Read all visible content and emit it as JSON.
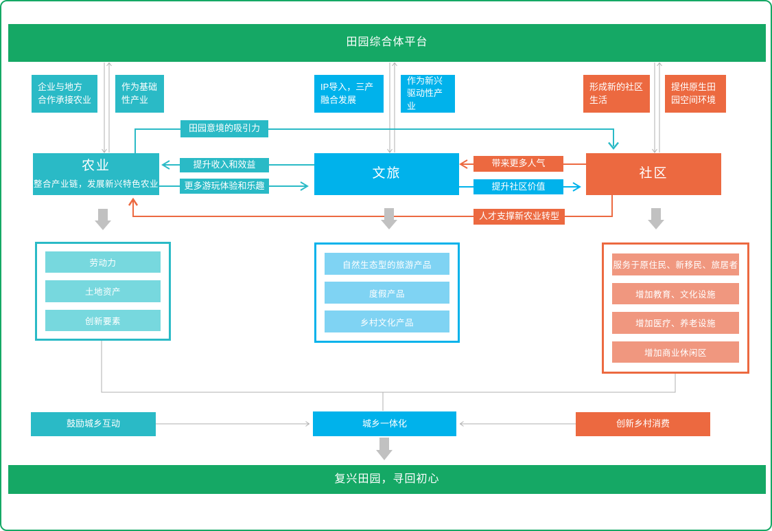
{
  "banners": {
    "top": "田园综合体平台",
    "bottom": "复兴田园，寻回初心"
  },
  "top_notes": [
    {
      "text": "企业与地方\n合作承接农业",
      "tone": "teal"
    },
    {
      "text": "作为基础\n性产业",
      "tone": "teal"
    },
    {
      "text": "IP导入，三产\n融合发展",
      "tone": "blue"
    },
    {
      "text": "作为新兴\n驱动性产业",
      "tone": "blue"
    },
    {
      "text": "形成新的社区\n生活",
      "tone": "orange"
    },
    {
      "text": "提供原生田\n园空间环境",
      "tone": "orange"
    }
  ],
  "pillars": {
    "agriculture": {
      "title": "农业",
      "subtitle": "整合产业链，发展新兴特色农业"
    },
    "tourism": {
      "title": "文旅"
    },
    "community": {
      "title": "社区"
    }
  },
  "flows": {
    "attraction": "田园意境的吸引力",
    "income": "提升收入和效益",
    "fun": "更多游玩体验和乐趣",
    "popularity": "带来更多人气",
    "community_value": "提升社区价值",
    "talent": "人才支撑新农业转型"
  },
  "panels": {
    "agriculture": {
      "items": [
        "劳动力",
        "土地资产",
        "创新要素"
      ]
    },
    "tourism": {
      "items": [
        "自然生态型的旅游产品",
        "度假产品",
        "乡村文化产品"
      ]
    },
    "community": {
      "items": [
        "服务于原住民、新移民、旅居者",
        "增加教育、文化设施",
        "增加医疗、养老设施",
        "增加商业休闲区"
      ]
    }
  },
  "bottom_row": {
    "left": "鼓励城乡互动",
    "center": "城乡一体化",
    "right": "创新乡村消费"
  },
  "colors": {
    "green": "#15A865",
    "teal": "#2ABAC6",
    "teal-light": "#77D8DE",
    "blue": "#00B2EB",
    "blue-light": "#7FD3F3",
    "orange": "#EC6940",
    "orange-light": "#F0977F",
    "gray": "#AFAFAF",
    "arrowgray": "#C1C1C1"
  }
}
